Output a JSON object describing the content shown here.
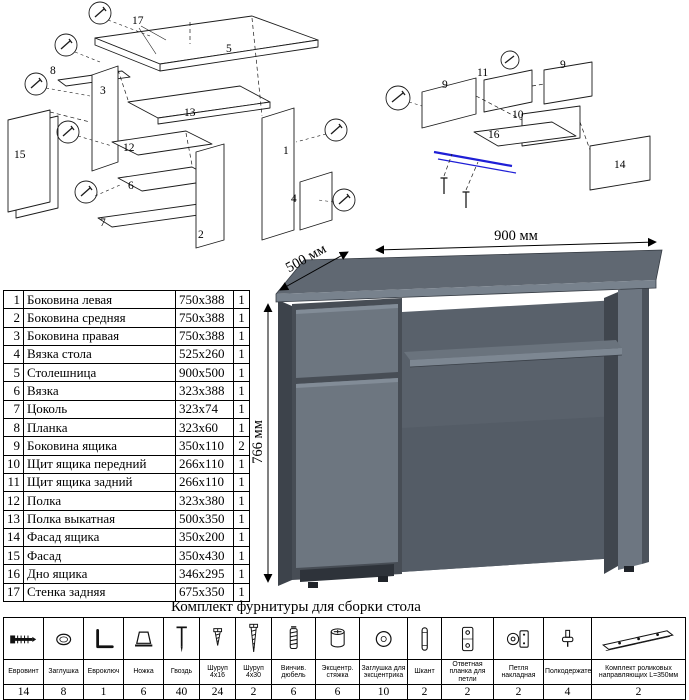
{
  "diagrams": {
    "left_callouts": [
      "17",
      "5",
      "8",
      "3",
      "13",
      "12",
      "6",
      "7",
      "15",
      "1",
      "2",
      "4"
    ],
    "right_callouts": [
      "9",
      "11",
      "9",
      "10",
      "16",
      "14"
    ]
  },
  "desk": {
    "width_label": "900 мм",
    "depth_label": "500 мм",
    "height_label": "766 мм"
  },
  "parts_table": {
    "rows": [
      {
        "num": "1",
        "name": "Боковина левая",
        "size": "750x388",
        "qty": "1"
      },
      {
        "num": "2",
        "name": "Боковина средняя",
        "size": "750x388",
        "qty": "1"
      },
      {
        "num": "3",
        "name": "Боковина правая",
        "size": "750x388",
        "qty": "1"
      },
      {
        "num": "4",
        "name": "Вязка стола",
        "size": "525x260",
        "qty": "1"
      },
      {
        "num": "5",
        "name": "Столешница",
        "size": "900x500",
        "qty": "1"
      },
      {
        "num": "6",
        "name": "Вязка",
        "size": "323x388",
        "qty": "1"
      },
      {
        "num": "7",
        "name": "Цоколь",
        "size": "323x74",
        "qty": "1"
      },
      {
        "num": "8",
        "name": "Планка",
        "size": "323x60",
        "qty": "1"
      },
      {
        "num": "9",
        "name": "Боковина ящика",
        "size": "350x110",
        "qty": "2"
      },
      {
        "num": "10",
        "name": "Щит ящика передний",
        "size": "266x110",
        "qty": "1"
      },
      {
        "num": "11",
        "name": "Щит ящика задний",
        "size": "266x110",
        "qty": "1"
      },
      {
        "num": "12",
        "name": "Полка",
        "size": "323x380",
        "qty": "1"
      },
      {
        "num": "13",
        "name": "Полка выкатная",
        "size": "500x350",
        "qty": "1"
      },
      {
        "num": "14",
        "name": "Фасад ящика",
        "size": "350x200",
        "qty": "1"
      },
      {
        "num": "15",
        "name": "Фасад",
        "size": "350x430",
        "qty": "1"
      },
      {
        "num": "16",
        "name": "Дно ящика",
        "size": "346x295",
        "qty": "1"
      },
      {
        "num": "17",
        "name": "Стенка задняя",
        "size": "675x350",
        "qty": "1"
      }
    ]
  },
  "hardware": {
    "title": "Комплект фурнитуры для сборки стола",
    "items": [
      {
        "label": "Евровинт",
        "qty": "14",
        "icon": "euro-screw-icon"
      },
      {
        "label": "Заглушка",
        "qty": "8",
        "icon": "cap-icon"
      },
      {
        "label": "Евроключ",
        "qty": "1",
        "icon": "hex-key-icon"
      },
      {
        "label": "Ножка",
        "qty": "6",
        "icon": "leg-icon"
      },
      {
        "label": "Гвоздь",
        "qty": "40",
        "icon": "nail-icon"
      },
      {
        "label": "Шуруп 4x16",
        "qty": "24",
        "icon": "screw-short-icon"
      },
      {
        "label": "Шуруп 4x30",
        "qty": "2",
        "icon": "screw-long-icon"
      },
      {
        "label": "Винчив. дюбель",
        "qty": "6",
        "icon": "threaded-dowel-icon"
      },
      {
        "label": "Эксцентр. стяжка",
        "qty": "6",
        "icon": "eccentric-cam-icon"
      },
      {
        "label": "Заглушка для эксцентрика",
        "qty": "10",
        "icon": "cam-cap-icon"
      },
      {
        "label": "Шкант",
        "qty": "2",
        "icon": "wood-dowel-icon"
      },
      {
        "label": "Ответная планка для петли",
        "qty": "2",
        "icon": "hinge-plate-icon"
      },
      {
        "label": "Петля накладная",
        "qty": "2",
        "icon": "hinge-icon"
      },
      {
        "label": "Полкодержатель",
        "qty": "4",
        "icon": "shelf-pin-icon"
      },
      {
        "label": "Комплект роликовых направляющих L=350мм",
        "qty": "2",
        "icon": "roller-guides-icon"
      }
    ]
  }
}
